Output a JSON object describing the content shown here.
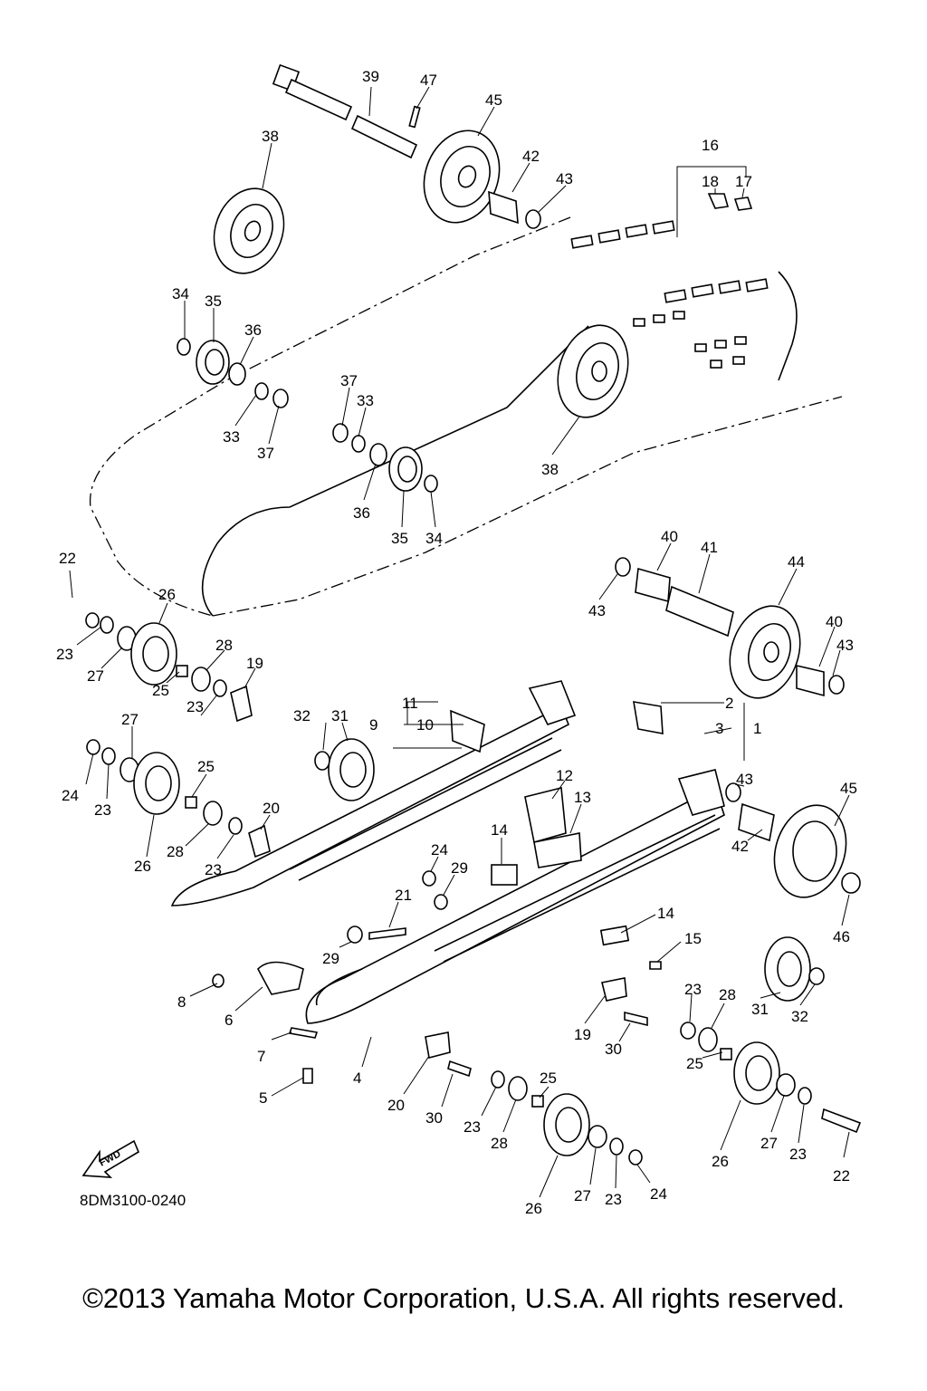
{
  "diagram": {
    "drawing_code": "8DM3100-0240",
    "direction_label": "FWD",
    "copyright": "©2013 Yamaha Motor Corporation, U.S.A. All rights reserved.",
    "callouts": [
      {
        "id": "c1",
        "text": "39"
      },
      {
        "id": "c2",
        "text": "47"
      },
      {
        "id": "c3",
        "text": "45"
      },
      {
        "id": "c4",
        "text": "38"
      },
      {
        "id": "c5",
        "text": "42"
      },
      {
        "id": "c6",
        "text": "43"
      },
      {
        "id": "c7",
        "text": "16"
      },
      {
        "id": "c8",
        "text": "18"
      },
      {
        "id": "c9",
        "text": "17"
      },
      {
        "id": "c10",
        "text": "34"
      },
      {
        "id": "c11",
        "text": "35"
      },
      {
        "id": "c12",
        "text": "36"
      },
      {
        "id": "c13",
        "text": "37"
      },
      {
        "id": "c14",
        "text": "33"
      },
      {
        "id": "c15",
        "text": "33"
      },
      {
        "id": "c16",
        "text": "37"
      },
      {
        "id": "c17",
        "text": "38"
      },
      {
        "id": "c18",
        "text": "36"
      },
      {
        "id": "c19",
        "text": "35"
      },
      {
        "id": "c20",
        "text": "34"
      },
      {
        "id": "c21",
        "text": "22"
      },
      {
        "id": "c22",
        "text": "26"
      },
      {
        "id": "c23",
        "text": "23"
      },
      {
        "id": "c24",
        "text": "27"
      },
      {
        "id": "c25",
        "text": "28"
      },
      {
        "id": "c26",
        "text": "19"
      },
      {
        "id": "c27",
        "text": "25"
      },
      {
        "id": "c28",
        "text": "23"
      },
      {
        "id": "c29",
        "text": "40"
      },
      {
        "id": "c30",
        "text": "41"
      },
      {
        "id": "c31",
        "text": "44"
      },
      {
        "id": "c32",
        "text": "43"
      },
      {
        "id": "c33",
        "text": "43"
      },
      {
        "id": "c34",
        "text": "40"
      },
      {
        "id": "c35",
        "text": "11"
      },
      {
        "id": "c36",
        "text": "9"
      },
      {
        "id": "c37",
        "text": "10"
      },
      {
        "id": "c38",
        "text": "2"
      },
      {
        "id": "c39",
        "text": "3"
      },
      {
        "id": "c40",
        "text": "1"
      },
      {
        "id": "c41",
        "text": "27"
      },
      {
        "id": "c42",
        "text": "32"
      },
      {
        "id": "c43",
        "text": "31"
      },
      {
        "id": "c44",
        "text": "24"
      },
      {
        "id": "c45",
        "text": "23"
      },
      {
        "id": "c46",
        "text": "25"
      },
      {
        "id": "c47",
        "text": "43"
      },
      {
        "id": "c48",
        "text": "45"
      },
      {
        "id": "c49",
        "text": "12"
      },
      {
        "id": "c50",
        "text": "13"
      },
      {
        "id": "c51",
        "text": "20"
      },
      {
        "id": "c52",
        "text": "26"
      },
      {
        "id": "c53",
        "text": "28"
      },
      {
        "id": "c54",
        "text": "23"
      },
      {
        "id": "c55",
        "text": "24"
      },
      {
        "id": "c56",
        "text": "29"
      },
      {
        "id": "c57",
        "text": "14"
      },
      {
        "id": "c58",
        "text": "42"
      },
      {
        "id": "c59",
        "text": "46"
      },
      {
        "id": "c60",
        "text": "21"
      },
      {
        "id": "c61",
        "text": "29"
      },
      {
        "id": "c62",
        "text": "14"
      },
      {
        "id": "c63",
        "text": "15"
      },
      {
        "id": "c64",
        "text": "8"
      },
      {
        "id": "c65",
        "text": "6"
      },
      {
        "id": "c66",
        "text": "23"
      },
      {
        "id": "c67",
        "text": "28"
      },
      {
        "id": "c68",
        "text": "31"
      },
      {
        "id": "c69",
        "text": "32"
      },
      {
        "id": "c70",
        "text": "19"
      },
      {
        "id": "c71",
        "text": "30"
      },
      {
        "id": "c72",
        "text": "25"
      },
      {
        "id": "c73",
        "text": "7"
      },
      {
        "id": "c74",
        "text": "4"
      },
      {
        "id": "c75",
        "text": "5"
      },
      {
        "id": "c76",
        "text": "20"
      },
      {
        "id": "c77",
        "text": "30"
      },
      {
        "id": "c78",
        "text": "25"
      },
      {
        "id": "c79",
        "text": "23"
      },
      {
        "id": "c80",
        "text": "28"
      },
      {
        "id": "c81",
        "text": "26"
      },
      {
        "id": "c82",
        "text": "27"
      },
      {
        "id": "c83",
        "text": "23"
      },
      {
        "id": "c84",
        "text": "22"
      },
      {
        "id": "c85",
        "text": "26"
      },
      {
        "id": "c86",
        "text": "27"
      },
      {
        "id": "c87",
        "text": "23"
      },
      {
        "id": "c88",
        "text": "24"
      }
    ]
  }
}
